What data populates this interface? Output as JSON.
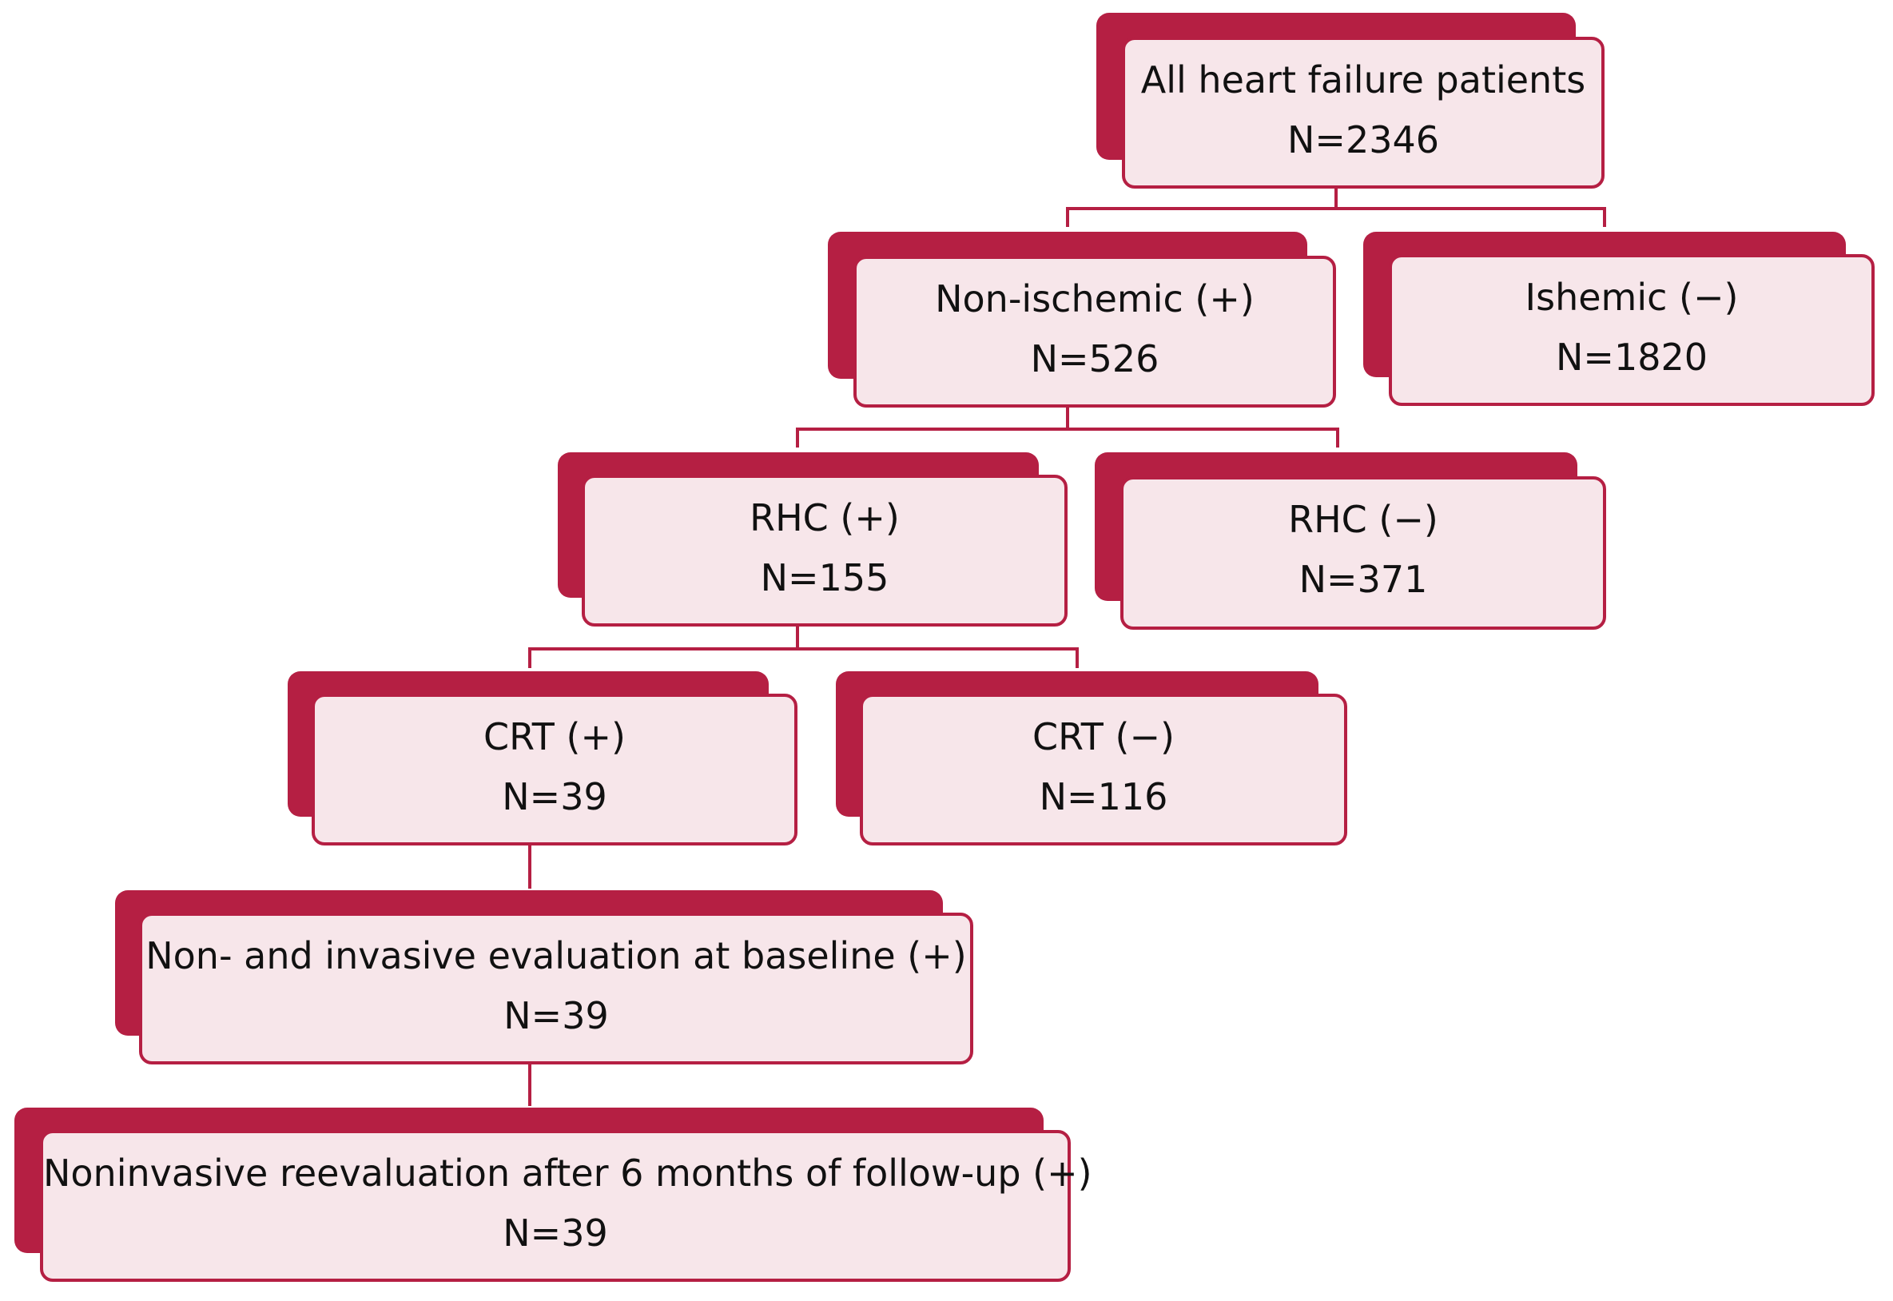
{
  "colors": {
    "accent": "#b51f43",
    "box_fill": "#f7e6ea",
    "connector": "#b51f43"
  },
  "nodes": {
    "all": {
      "label": "All heart failure patients",
      "n": "N=2346"
    },
    "nonischemic": {
      "label": "Non-ischemic (+)",
      "n": "N=526"
    },
    "ischemic": {
      "label": "Ishemic (−)",
      "n": "N=1820"
    },
    "rhc_pos": {
      "label": "RHC (+)",
      "n": "N=155"
    },
    "rhc_neg": {
      "label": "RHC (−)",
      "n": "N=371"
    },
    "crt_pos": {
      "label": "CRT (+)",
      "n": "N=39"
    },
    "crt_neg": {
      "label": "CRT (−)",
      "n": "N=116"
    },
    "baseline": {
      "label": "Non- and invasive evaluation at baseline (+)",
      "n": "N=39"
    },
    "followup": {
      "label": "Noninvasive reevaluation after 6 months of follow-up (+)",
      "n": "N=39"
    }
  }
}
